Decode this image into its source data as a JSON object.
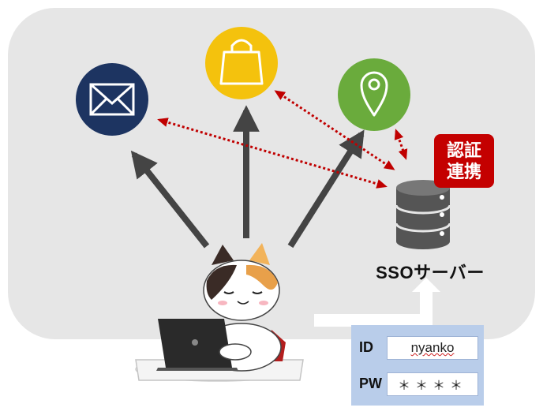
{
  "colors": {
    "panel": "#e6e6e6",
    "mail": "#1d3461",
    "shop": "#f4c20d",
    "map": "#6aab3c",
    "sso_link": "#c00000",
    "arrow": "#444444",
    "auth_badge": "#c40000",
    "login_panel": "#b9cdea"
  },
  "services": [
    {
      "name": "mail",
      "icon": "envelope-icon"
    },
    {
      "name": "shop",
      "icon": "shopping-bag-icon"
    },
    {
      "name": "map",
      "icon": "map-pin-icon"
    }
  ],
  "auth_badge": {
    "line1": "認証",
    "line2": "連携"
  },
  "sso": {
    "label": "SSOサーバー",
    "icon": "database-server-icon"
  },
  "user": {
    "icon": "calico-cat-with-laptop"
  },
  "login": {
    "id_label": "ID",
    "id_value": "nyanko",
    "pw_label": "PW",
    "pw_value": "＊＊＊＊"
  }
}
